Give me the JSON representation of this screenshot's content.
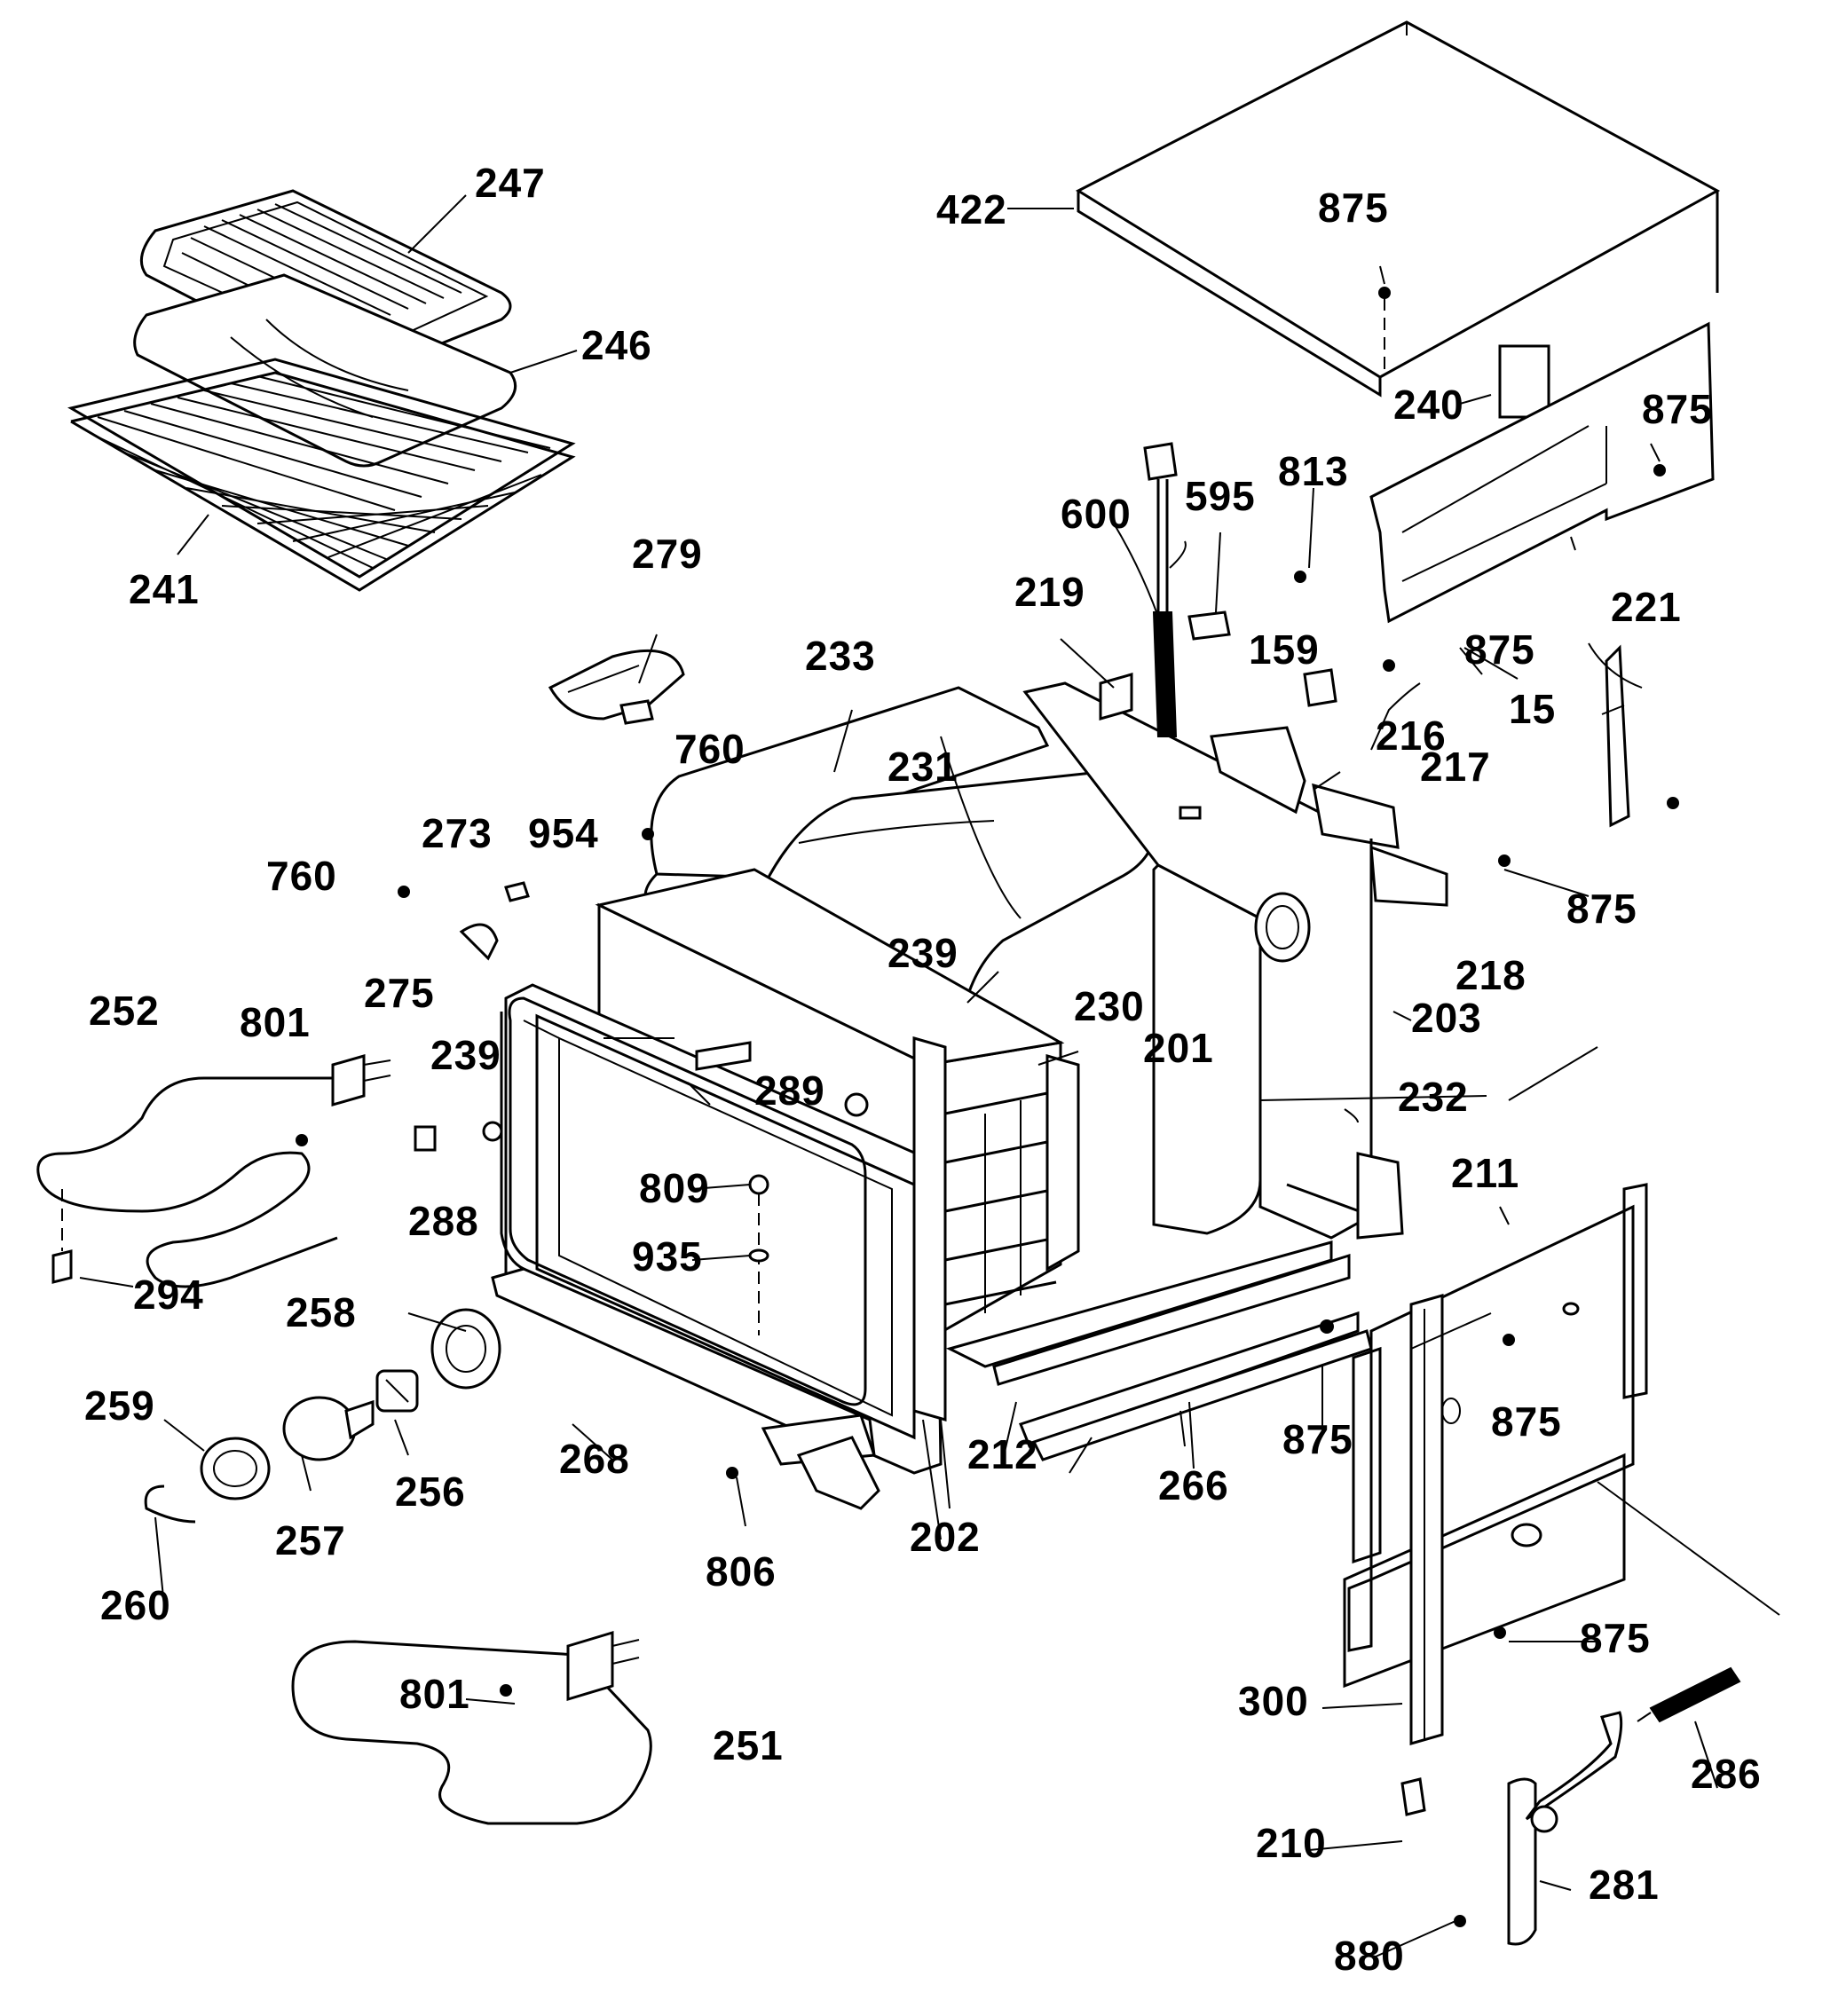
{
  "diagram": {
    "labels": {
      "p247": "247",
      "p246": "246",
      "p241": "241",
      "p422": "422",
      "p875a": "875",
      "p240": "240",
      "p875b": "875",
      "p221": "221",
      "p600": "600",
      "p595": "595",
      "p813": "813",
      "p219": "219",
      "p279": "279",
      "p233": "233",
      "p159": "159",
      "p875c": "875",
      "p15": "15",
      "p760a": "760",
      "p231": "231",
      "p216": "216",
      "p217": "217",
      "p273": "273",
      "p954": "954",
      "p760b": "760",
      "p875d": "875",
      "p218": "218",
      "p239a": "239",
      "p252": "252",
      "p801a": "801",
      "p275": "275",
      "p230": "230",
      "p203": "203",
      "p239b": "239",
      "p201": "201",
      "p289": "289",
      "p232": "232",
      "p288": "288",
      "p809": "809",
      "p211": "211",
      "p294": "294",
      "p935": "935",
      "p258": "258",
      "p259": "259",
      "p875e": "875",
      "p875f": "875",
      "p212": "212",
      "p266": "266",
      "p268": "268",
      "p256": "256",
      "p257": "257",
      "p806": "806",
      "p202": "202",
      "p260": "260",
      "p875g": "875",
      "p801b": "801",
      "p300": "300",
      "p251": "251",
      "p286": "286",
      "p210": "210",
      "p281": "281",
      "p880": "880"
    }
  }
}
